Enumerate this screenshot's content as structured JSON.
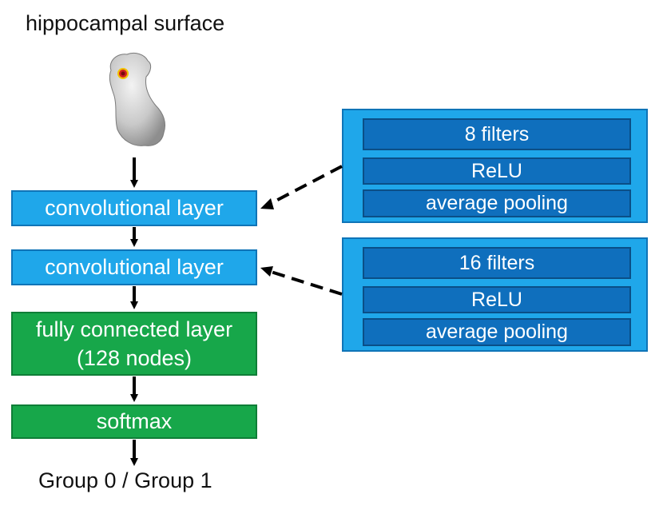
{
  "title": "hippocampal surface",
  "layers": {
    "conv1_label": "convolutional layer",
    "conv2_label": "convolutional layer",
    "fc_line1": "fully connected layer",
    "fc_line2": "(128 nodes)",
    "softmax_label": "softmax"
  },
  "output_label": "Group 0 / Group 1",
  "conv1_details": [
    "8 filters",
    "ReLU",
    "average pooling"
  ],
  "conv2_details": [
    "16 filters",
    "ReLU",
    "average pooling"
  ],
  "colors": {
    "conv_blue": "#1fa7ea",
    "detail_blue": "#0f6fbd",
    "dense_green": "#17a74a"
  }
}
